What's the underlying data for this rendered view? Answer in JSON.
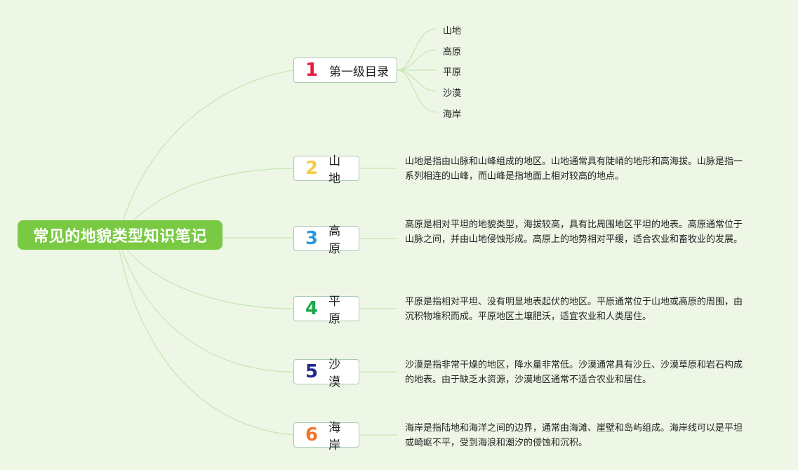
{
  "root": {
    "title": "常见的地貌类型知识笔记"
  },
  "branches": [
    {
      "number": "1",
      "label": "第一级目录",
      "color": "#e8193f"
    },
    {
      "number": "2",
      "label": "山地",
      "color": "#f5cb4a"
    },
    {
      "number": "3",
      "label": "高原",
      "color": "#2b9be0"
    },
    {
      "number": "4",
      "label": "平原",
      "color": "#1aa84a"
    },
    {
      "number": "5",
      "label": "沙漠",
      "color": "#1f2a8c"
    },
    {
      "number": "6",
      "label": "海岸",
      "color": "#f0762a"
    }
  ],
  "toc_items": [
    "山地",
    "高原",
    "平原",
    "沙漠",
    "海岸"
  ],
  "descriptions": [
    "山地是指由山脉和山峰组成的地区。山地通常具有陡峭的地形和高海拔。山脉是指一系列相连的山峰，而山峰是指地面上相对较高的地点。",
    "高原是相对平坦的地貌类型，海拔较高，具有比周围地区平坦的地表。高原通常位于山脉之间，并由山地侵蚀形成。高原上的地势相对平缓，适合农业和畜牧业的发展。",
    "平原是指相对平坦、没有明显地表起伏的地区。平原通常位于山地或高原的周围，由沉积物堆积而成。平原地区土壤肥沃，适宜农业和人类居住。",
    "沙漠是指非常干燥的地区，降水量非常低。沙漠通常具有沙丘、沙漠草原和岩石构成的地表。由于缺乏水资源，沙漠地区通常不适合农业和居住。",
    "海岸是指陆地和海洋之间的边界，通常由海滩、崖壁和岛屿组成。海岸线可以是平坦或崎岖不平，受到海浪和潮汐的侵蚀和沉积。"
  ],
  "colors": {
    "background": "#eef7e6",
    "root": "#7ac943",
    "line": "#c8e6b4"
  }
}
